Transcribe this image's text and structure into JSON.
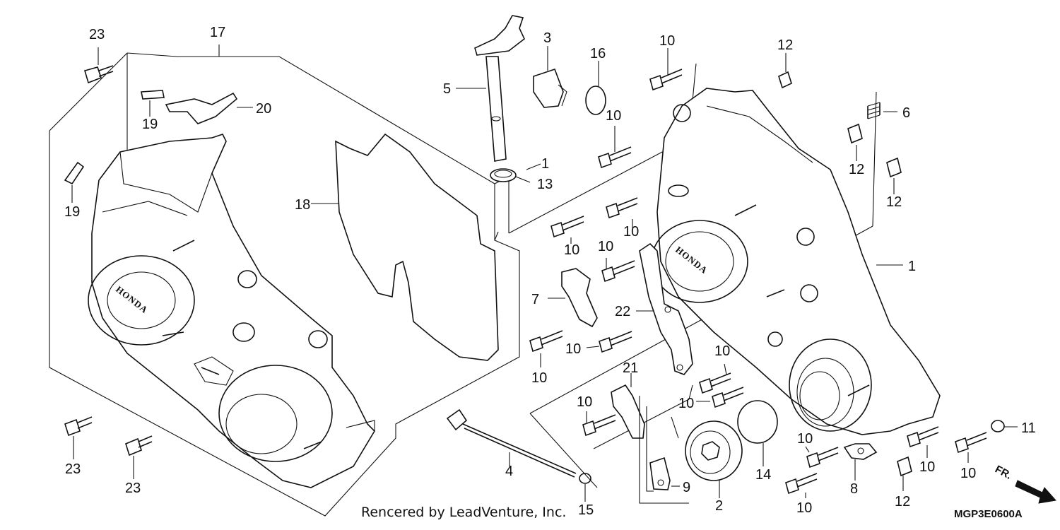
{
  "callouts": [
    {
      "id": "c23a",
      "text": "23"
    },
    {
      "id": "c17",
      "text": "17"
    },
    {
      "id": "c20",
      "text": "20"
    },
    {
      "id": "c19a",
      "text": "19"
    },
    {
      "id": "c19b",
      "text": "19"
    },
    {
      "id": "c18",
      "text": "18"
    },
    {
      "id": "c23b",
      "text": "23"
    },
    {
      "id": "c23c",
      "text": "23"
    },
    {
      "id": "c5",
      "text": "5"
    },
    {
      "id": "c3",
      "text": "3"
    },
    {
      "id": "c16",
      "text": "16"
    },
    {
      "id": "c1a",
      "text": "1"
    },
    {
      "id": "c13",
      "text": "13"
    },
    {
      "id": "c7",
      "text": "7"
    },
    {
      "id": "c4",
      "text": "4"
    },
    {
      "id": "c15",
      "text": "15"
    },
    {
      "id": "c10a",
      "text": "10"
    },
    {
      "id": "c12a",
      "text": "12"
    },
    {
      "id": "c6",
      "text": "6"
    },
    {
      "id": "c10b",
      "text": "10"
    },
    {
      "id": "c12b",
      "text": "12"
    },
    {
      "id": "c12c",
      "text": "12"
    },
    {
      "id": "c10c",
      "text": "10"
    },
    {
      "id": "c10d",
      "text": "10"
    },
    {
      "id": "c1b",
      "text": "1"
    },
    {
      "id": "c10e",
      "text": "10"
    },
    {
      "id": "c22",
      "text": "22"
    },
    {
      "id": "c10f",
      "text": "10"
    },
    {
      "id": "c10g",
      "text": "10"
    },
    {
      "id": "c10h",
      "text": "10"
    },
    {
      "id": "c21",
      "text": "21"
    },
    {
      "id": "c10i",
      "text": "10"
    },
    {
      "id": "c10j",
      "text": "10"
    },
    {
      "id": "c9",
      "text": "9"
    },
    {
      "id": "c2",
      "text": "2"
    },
    {
      "id": "c14",
      "text": "14"
    },
    {
      "id": "c10k",
      "text": "10"
    },
    {
      "id": "c10l",
      "text": "10"
    },
    {
      "id": "c8",
      "text": "8"
    },
    {
      "id": "c12d",
      "text": "12"
    },
    {
      "id": "c10m",
      "text": "10"
    },
    {
      "id": "c10n",
      "text": "10"
    },
    {
      "id": "c11",
      "text": "11"
    }
  ],
  "footer": {
    "credit": "Rencered by LeadVenture, Inc.",
    "diagram_code": "MGP3E0600A",
    "direction_label": "FR."
  },
  "logo": "HONDA"
}
